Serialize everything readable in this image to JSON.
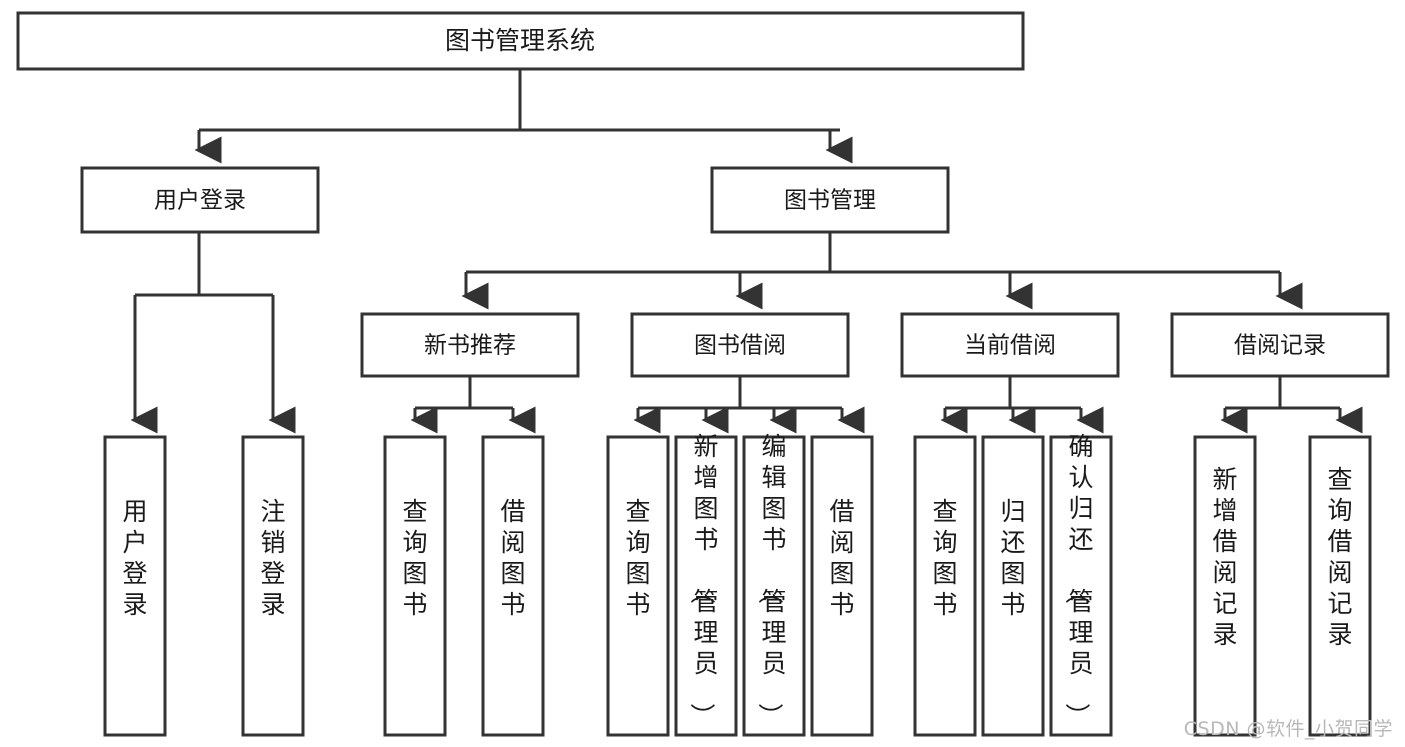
{
  "diagram": {
    "type": "tree-hierarchy",
    "title": "图书管理系统",
    "orientation": "top-down",
    "colors": {
      "box_stroke": "#333333",
      "box_fill": "#ffffff",
      "connector": "#333333",
      "text": "#1a1a1a",
      "watermark": "#b8b8b8",
      "background": "#ffffff"
    },
    "root": {
      "label": "图书管理系统"
    },
    "level2": [
      {
        "label": "用户登录"
      },
      {
        "label": "图书管理"
      }
    ],
    "level3": [
      {
        "label": "新书推荐"
      },
      {
        "label": "图书借阅"
      },
      {
        "label": "当前借阅"
      },
      {
        "label": "借阅记录"
      }
    ],
    "leaves": {
      "user_login": [
        {
          "label": "用户登录"
        },
        {
          "label": "注销登录"
        }
      ],
      "new_book_recommend": [
        {
          "label": "查询图书"
        },
        {
          "label": "借阅图书"
        }
      ],
      "book_borrow": [
        {
          "label": "查询图书"
        },
        {
          "label": "新增图书（管理员）"
        },
        {
          "label": "编辑图书（管理员）"
        },
        {
          "label": "借阅图书"
        }
      ],
      "current_borrow": [
        {
          "label": "查询图书"
        },
        {
          "label": "归还图书"
        },
        {
          "label": "确认归还（管理员）"
        }
      ],
      "borrow_record": [
        {
          "label": "新增借阅记录"
        },
        {
          "label": "查询借阅记录"
        }
      ]
    }
  },
  "watermark": {
    "text": "CSDN @软件_小贺同学"
  }
}
